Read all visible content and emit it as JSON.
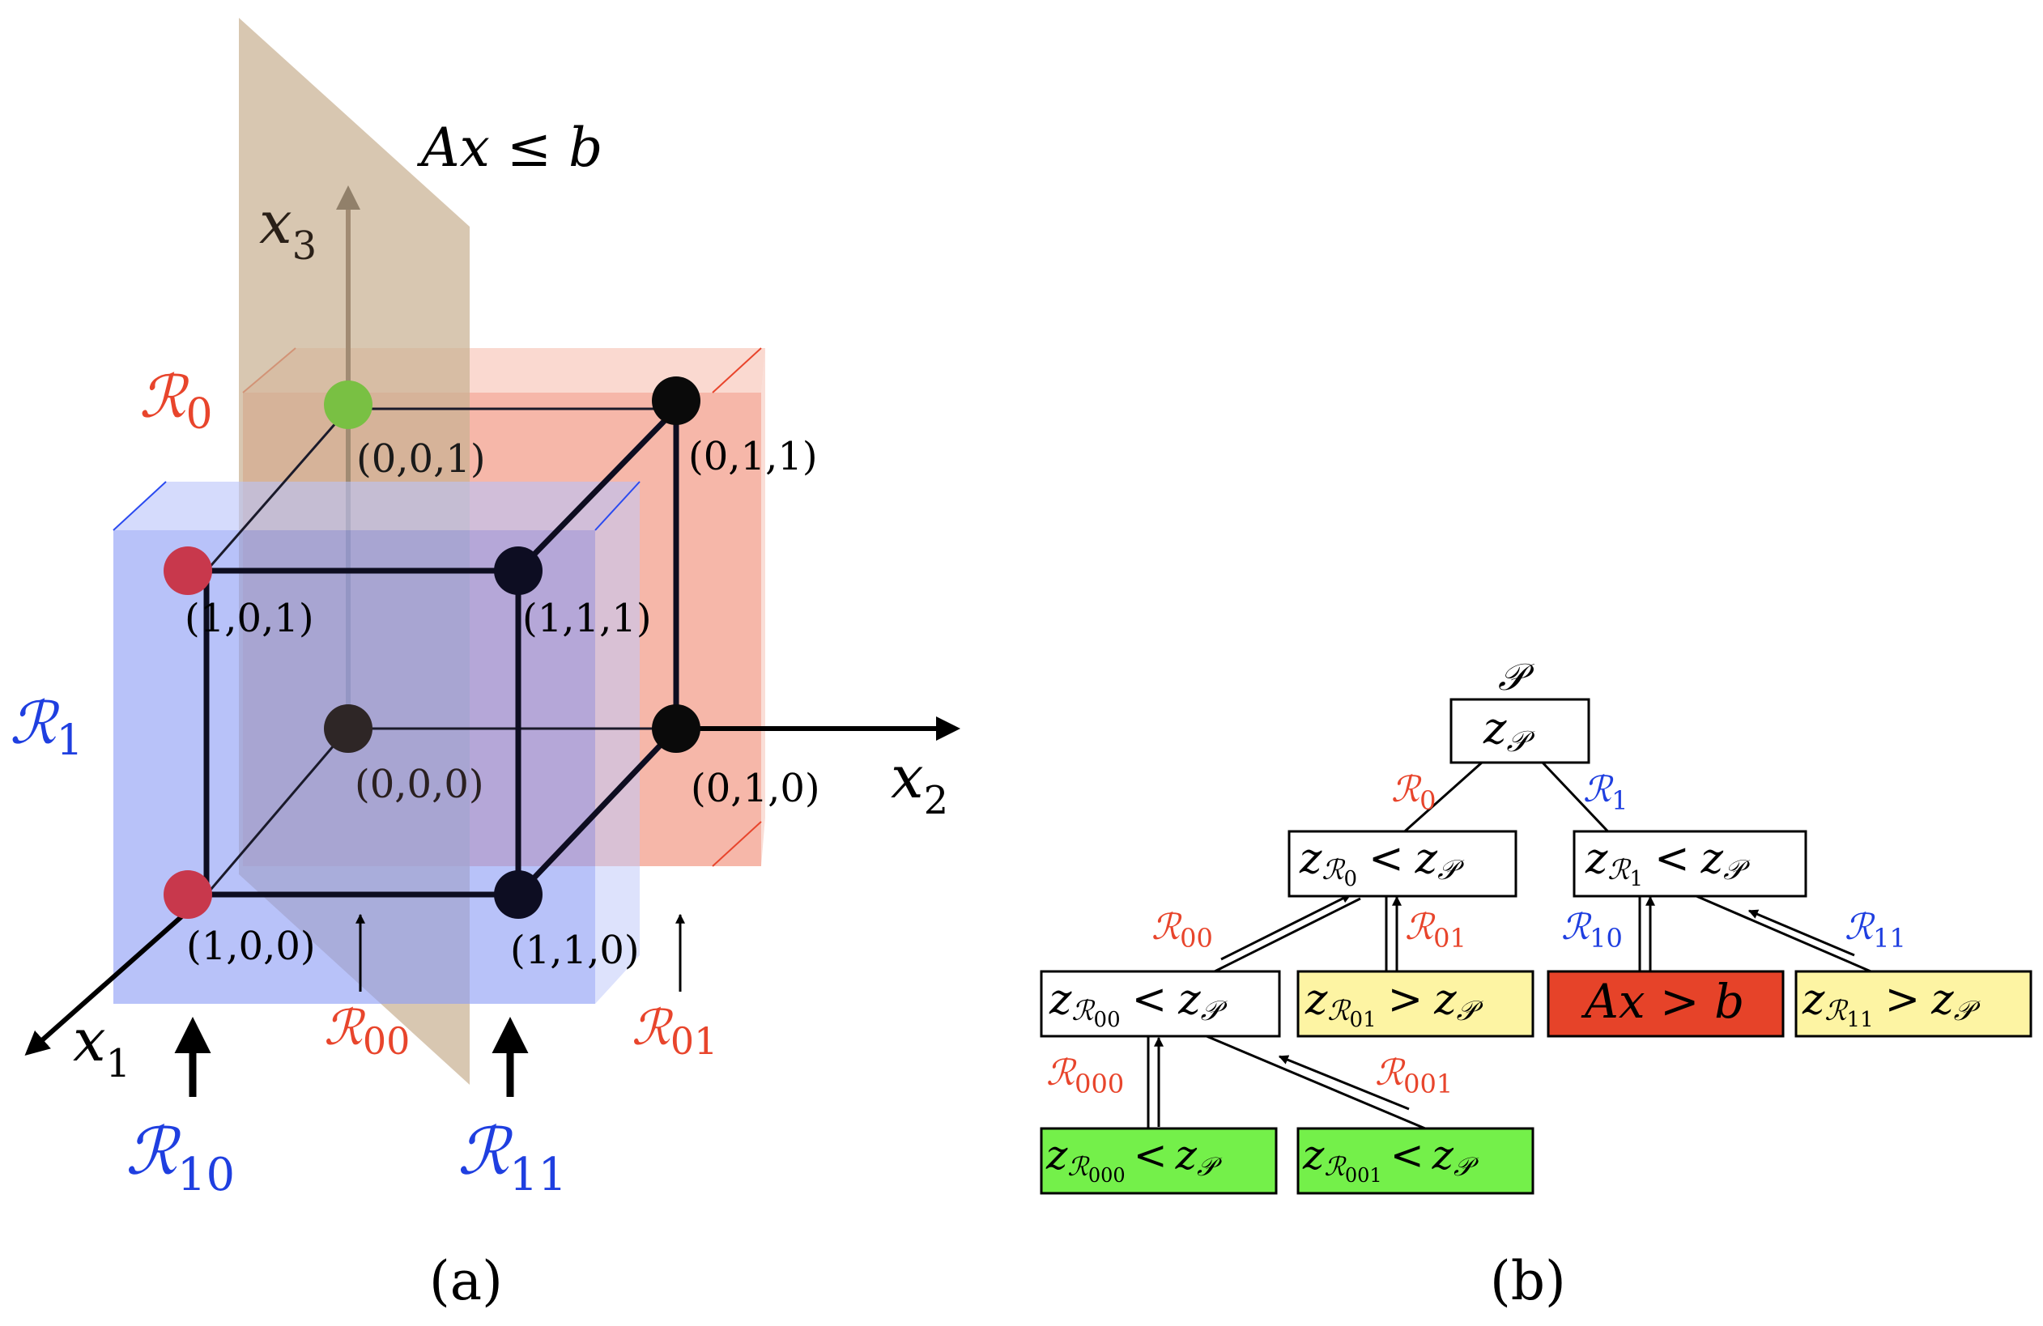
{
  "panel_a": {
    "caption": "(a)",
    "constraint": "Ax ≤ b",
    "axes": {
      "x1": "x",
      "x1_sub": "1",
      "x2": "x",
      "x2_sub": "2",
      "x3": "x",
      "x3_sub": "3"
    },
    "vertices": {
      "v000": "(0,0,0)",
      "v010": "(0,1,0)",
      "v100": "(1,0,0)",
      "v110": "(1,1,0)",
      "v001": "(0,0,1)",
      "v011": "(0,1,1)",
      "v101": "(1,0,1)",
      "v111": "(1,1,1)"
    },
    "regions": {
      "R0": "ℛ",
      "R0_sub": "0",
      "R1": "ℛ",
      "R1_sub": "1",
      "R00": "ℛ",
      "R00_sub": "00",
      "R01": "ℛ",
      "R01_sub": "01",
      "R10": "ℛ",
      "R10_sub": "10",
      "R11": "ℛ",
      "R11_sub": "11"
    }
  },
  "panel_b": {
    "caption": "(b)",
    "root_label": "𝒫",
    "nodes": {
      "root": {
        "main": "z",
        "sub": "𝒫"
      },
      "n0": {
        "lhs": "z",
        "lhs_sub": "ℛ",
        "lhs_subsub": "0",
        "op": "<",
        "rhs": "z",
        "rhs_sub": "𝒫"
      },
      "n1": {
        "lhs": "z",
        "lhs_sub": "ℛ",
        "lhs_subsub": "1",
        "op": "<",
        "rhs": "z",
        "rhs_sub": "𝒫"
      },
      "n00": {
        "lhs": "z",
        "lhs_sub": "ℛ",
        "lhs_subsub": "00",
        "op": "<",
        "rhs": "z",
        "rhs_sub": "𝒫"
      },
      "n01": {
        "lhs": "z",
        "lhs_sub": "ℛ",
        "lhs_subsub": "01",
        "op": ">",
        "rhs": "z",
        "rhs_sub": "𝒫"
      },
      "n10": {
        "text": "Ax > b"
      },
      "n11": {
        "lhs": "z",
        "lhs_sub": "ℛ",
        "lhs_subsub": "11",
        "op": ">",
        "rhs": "z",
        "rhs_sub": "𝒫"
      },
      "n000": {
        "lhs": "z",
        "lhs_sub": "ℛ",
        "lhs_subsub": "000",
        "op": "<",
        "rhs": "z",
        "rhs_sub": "𝒫"
      },
      "n001": {
        "lhs": "z",
        "lhs_sub": "ℛ",
        "lhs_subsub": "001",
        "op": "<",
        "rhs": "z",
        "rhs_sub": "𝒫"
      }
    },
    "edges": {
      "e0": {
        "sym": "ℛ",
        "sub": "0"
      },
      "e1": {
        "sym": "ℛ",
        "sub": "1"
      },
      "e00": {
        "sym": "ℛ",
        "sub": "00"
      },
      "e01": {
        "sym": "ℛ",
        "sub": "01"
      },
      "e10": {
        "sym": "ℛ",
        "sub": "10"
      },
      "e11": {
        "sym": "ℛ",
        "sub": "11"
      },
      "e000": {
        "sym": "ℛ",
        "sub": "000"
      },
      "e001": {
        "sym": "ℛ",
        "sub": "001"
      }
    }
  },
  "colors": {
    "red_label": "#e8452c",
    "blue_label": "#1f3fe0",
    "plane": "#c9b293",
    "region0_fill": "#f29b88",
    "region1_fill": "#8c9cf5",
    "vertex_green": "#79c043",
    "vertex_red": "#c8384c",
    "vertex_dark": "#0d0d20",
    "node_yellow": "#fdf4a3",
    "node_red": "#e64329",
    "node_green": "#74f04a"
  }
}
